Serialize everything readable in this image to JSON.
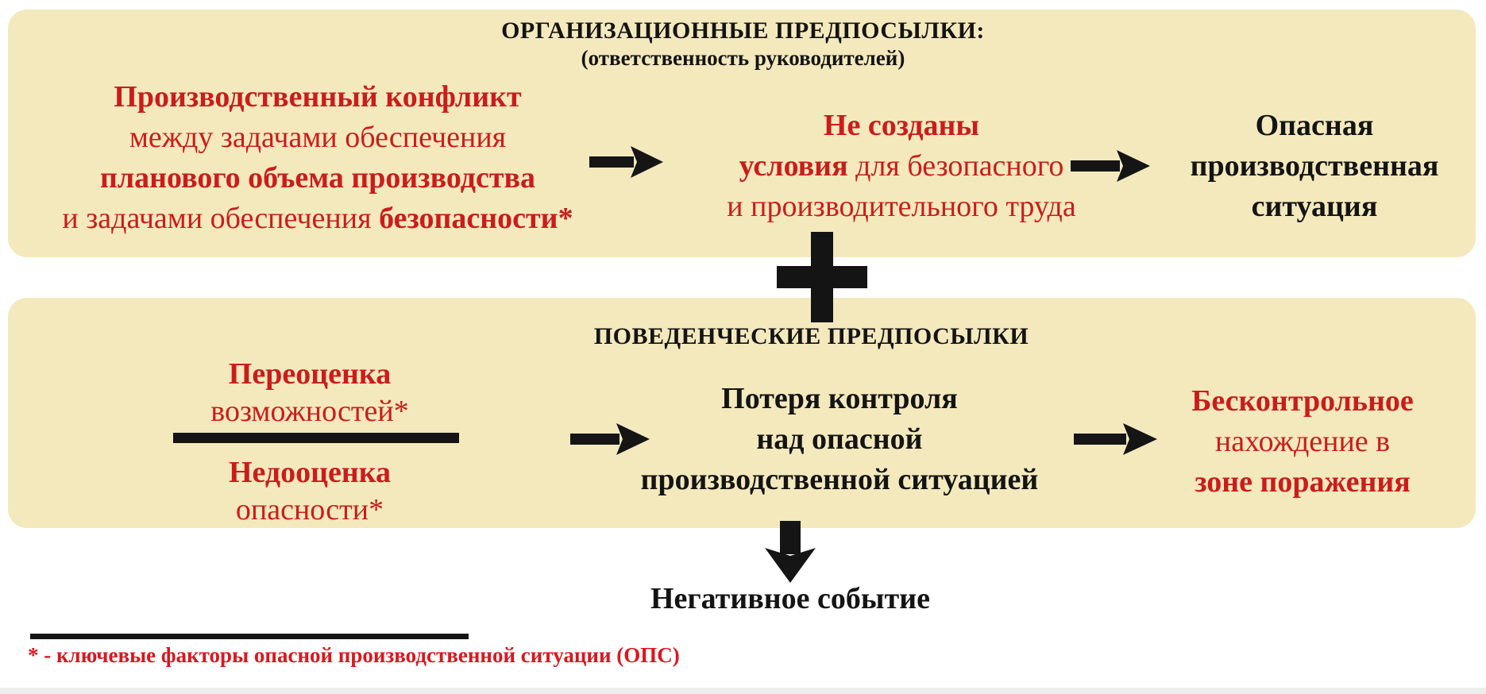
{
  "colors": {
    "box_bg": "#f4e9bd",
    "red_text": "#cb1c1c",
    "black_text": "#141414",
    "arrow_black": "#151515",
    "footnote_red": "#da1720"
  },
  "top_box": {
    "title": "ОРГАНИЗАЦИОННЫЕ ПРЕДПОСЫЛКИ:",
    "subtitle": "(ответственность руководителей)",
    "conflict": {
      "line1": "Производственный конфликт",
      "line2": "между задачами обеспечения",
      "line3": "планового объема производства",
      "line4_regular": "и задачами обеспечения",
      "line4_bold": "безопасности*"
    },
    "not_created": {
      "line1": "Не созданы",
      "line2_bold": "условия",
      "line2_regular": "для безопасного",
      "line3": "и производительного труда"
    },
    "dangerous_situation": {
      "line1": "Опасная",
      "line2": "производственная",
      "line3": "ситуация"
    }
  },
  "bottom_box": {
    "title": "ПОВЕДЕНЧЕСКИЕ ПРЕДПОСЫЛКИ",
    "ratio": {
      "numerator_bold": "Переоценка",
      "numerator_regular": "возможностей*",
      "denominator_bold": "Недооценка",
      "denominator_regular": "опасности*"
    },
    "loss_of_control": {
      "line1": "Потеря контроля",
      "line2": "над опасной",
      "line3": "производственной ситуацией"
    },
    "uncontrolled": {
      "line1_bold": "Бесконтрольное",
      "line2_regular": "нахождение в",
      "line3_bold": "зоне поражения"
    }
  },
  "outcome": {
    "label": "Негативное событие"
  },
  "footnote": {
    "text": "* - ключевые факторы опасной производственной ситуации (ОПС)"
  }
}
